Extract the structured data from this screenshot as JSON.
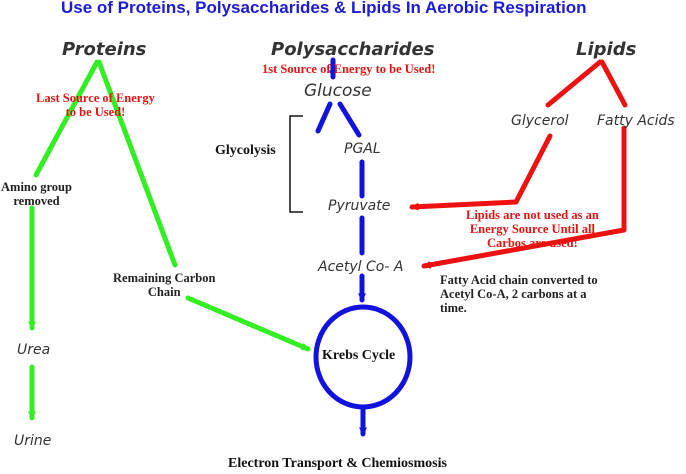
{
  "title": "Use of Proteins, Polysaccharides & Lipids In Aerobic Respiration",
  "nodes": {
    "proteins": "Proteins",
    "polysaccharides": "Polysaccharides",
    "lipids": "Lipids",
    "glucose": "Glucose",
    "glycerol": "Glycerol",
    "fatty_acids": "Fatty Acids",
    "pgal": "PGAL",
    "pyruvate": "Pyruvate",
    "acetyl_coa": "Acetyl Co- A",
    "urea": "Urea",
    "urine": "Urine",
    "krebs_cycle": "Krebs Cycle",
    "electron_transport": "Electron Transport & Chemiosmosis"
  },
  "labels": {
    "glycolysis": "Glycolysis",
    "first_source": "1st Source of Energy to be Used!",
    "last_source": [
      "Last Source of Energy",
      "to be Used!"
    ],
    "amino_group": [
      "Amino group",
      "removed"
    ],
    "remaining_carbon": [
      "Remaining Carbon",
      "Chain"
    ],
    "lipids_note": [
      "Lipids are not used as an",
      "Energy Source Until all",
      "Carbos are used!"
    ],
    "fatty_acid_note": [
      "Fatty Acid chain converted to",
      "Acetyl Co-A, 2 carbons at a",
      "time."
    ]
  },
  "colors": {
    "title": "#1b1bd6",
    "protein_path": "#33ee22",
    "carbohydrate_path": "#1212dd",
    "lipid_path": "#ee1111",
    "red_text": "#e01616"
  }
}
